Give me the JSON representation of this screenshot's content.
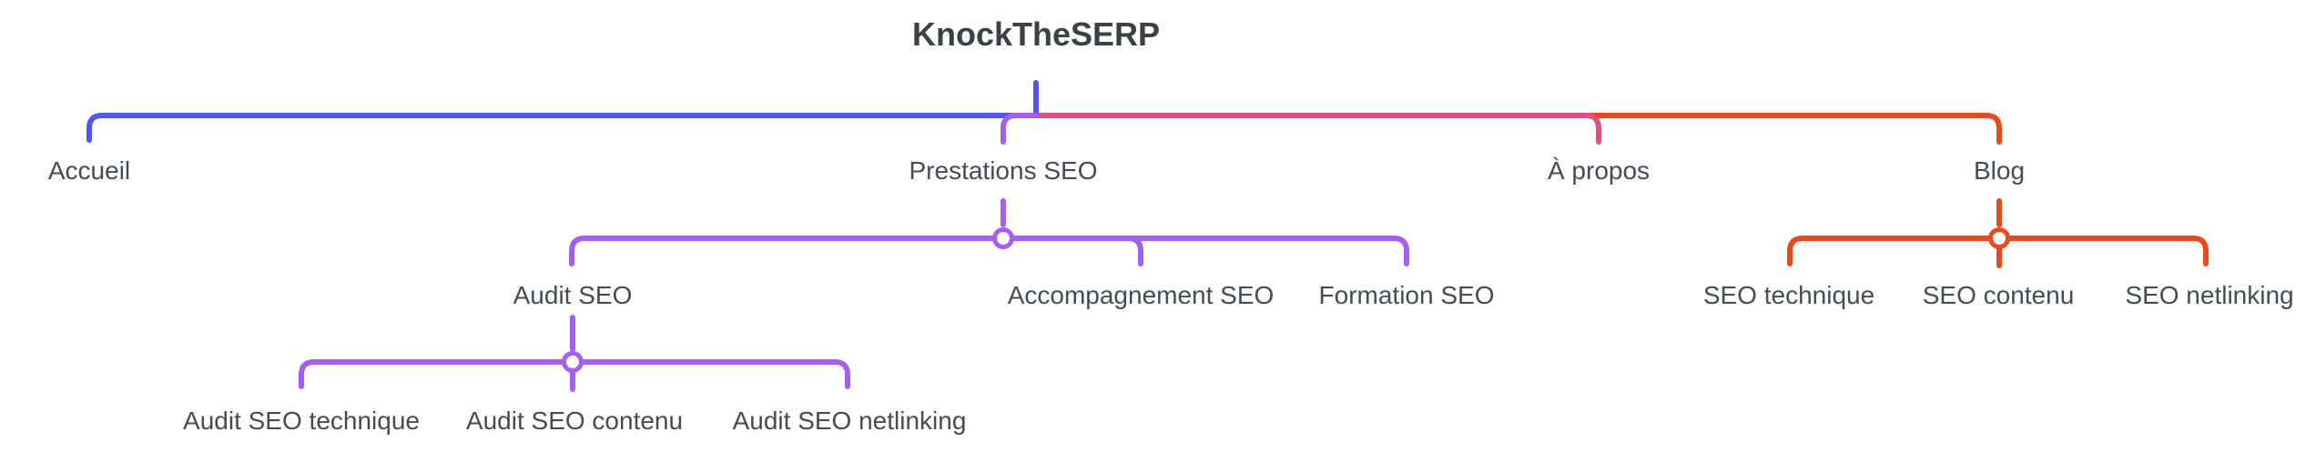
{
  "colors": {
    "blue": "#5254f1",
    "purple": "#a45ef0",
    "pink": "#e0517f",
    "orange": "#e84a1c",
    "title_text": "#3a4149",
    "label_text": "#454c54",
    "node_fill": "#ffffff",
    "background": "#ffffff"
  },
  "icons": {
    "junction_node": "open-circle-ring"
  },
  "tree": {
    "root": {
      "label": "KnockTheSERP"
    },
    "children": [
      {
        "label": "Accueil"
      },
      {
        "label": "Prestations SEO",
        "children": [
          {
            "label": "Audit SEO",
            "children": [
              {
                "label": "Audit SEO technique"
              },
              {
                "label": "Audit SEO contenu"
              },
              {
                "label": "Audit SEO netlinking"
              }
            ]
          },
          {
            "label": "Accompagnement SEO"
          },
          {
            "label": "Formation SEO"
          }
        ]
      },
      {
        "label": "À propos"
      },
      {
        "label": "Blog",
        "children": [
          {
            "label": "SEO technique"
          },
          {
            "label": "SEO contenu"
          },
          {
            "label": "SEO netlinking"
          }
        ]
      }
    ]
  }
}
